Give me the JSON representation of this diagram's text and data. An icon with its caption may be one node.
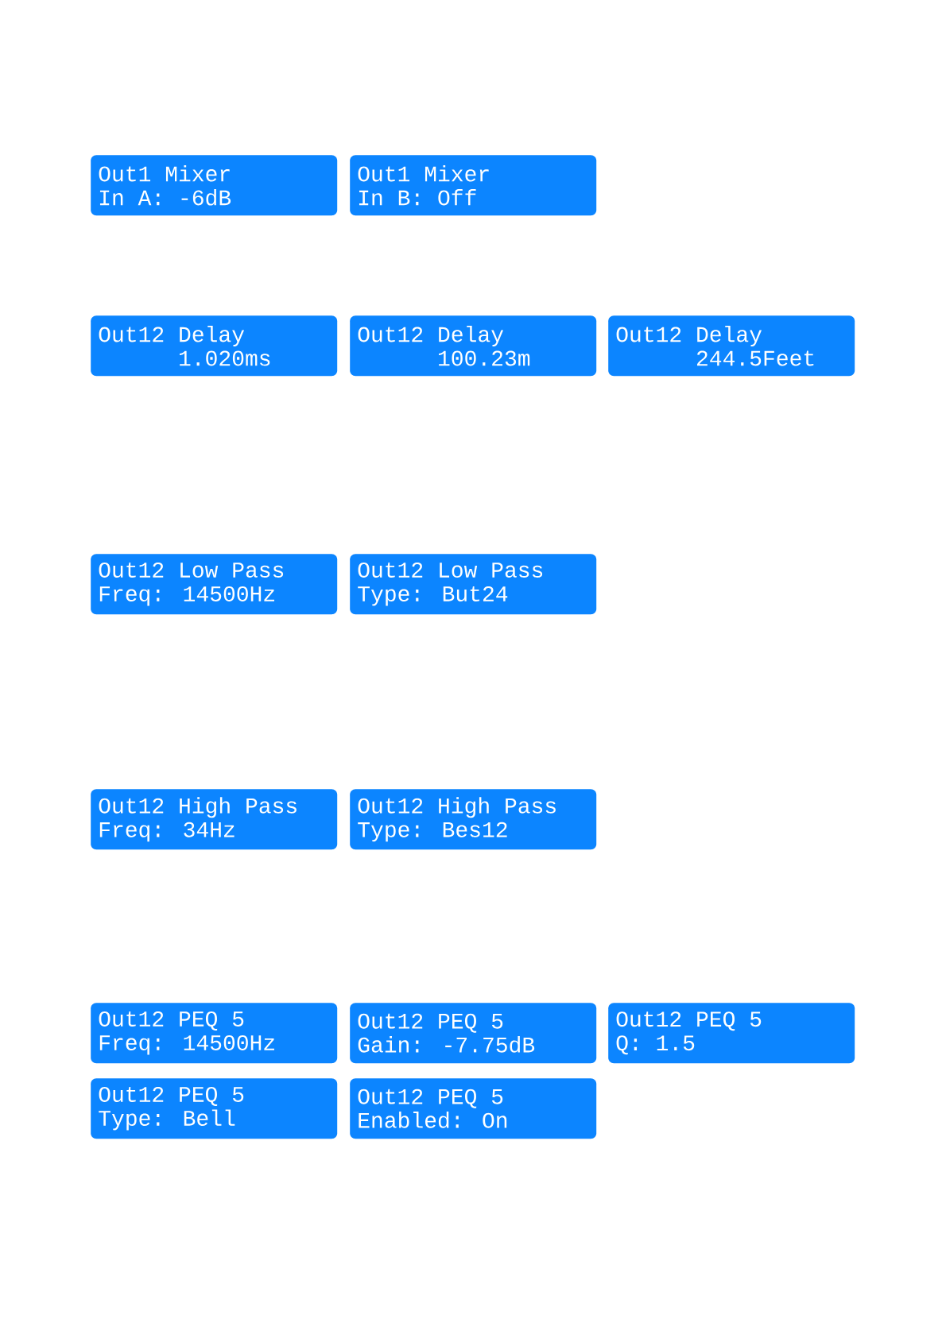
{
  "diagram": {
    "nodes": [
      {
        "text": [
          "Out1 Mixer",
          "In A: -6dB"
        ]
      },
      {
        "text": [
          "Out1 Mixer",
          "In B: Off"
        ]
      },
      {
        "text": [
          "Out12 Delay",
          "1.020ms"
        ]
      },
      {
        "text": [
          "Out12 Delay",
          "100.23m"
        ]
      },
      {
        "text": [
          "Out12 Delay",
          "244.5Feet"
        ]
      },
      {
        "text": [
          "Out12 Low Pass",
          "Freq: 14500Hz"
        ]
      },
      {
        "text": [
          "Out12 Low Pass",
          "Type: But24"
        ]
      },
      {
        "text": [
          "Out12 High Pass",
          "Freq: 34Hz"
        ]
      },
      {
        "text": [
          "Out12 High Pass",
          "Type: Bes12"
        ]
      },
      {
        "text": [
          "Out12 PEQ 5",
          "Freq: 14500Hz"
        ]
      },
      {
        "text": [
          "Out12 PEQ 5",
          "Gain: -7.75dB"
        ]
      },
      {
        "text": [
          "Out12 PEQ 5",
          "Q: 1.5"
        ]
      },
      {
        "text": [
          "Out12 PEQ 5",
          "Type: Bell"
        ]
      },
      {
        "text": [
          "Out12 PEQ 5",
          "Enabled: On"
        ]
      }
    ]
  }
}
